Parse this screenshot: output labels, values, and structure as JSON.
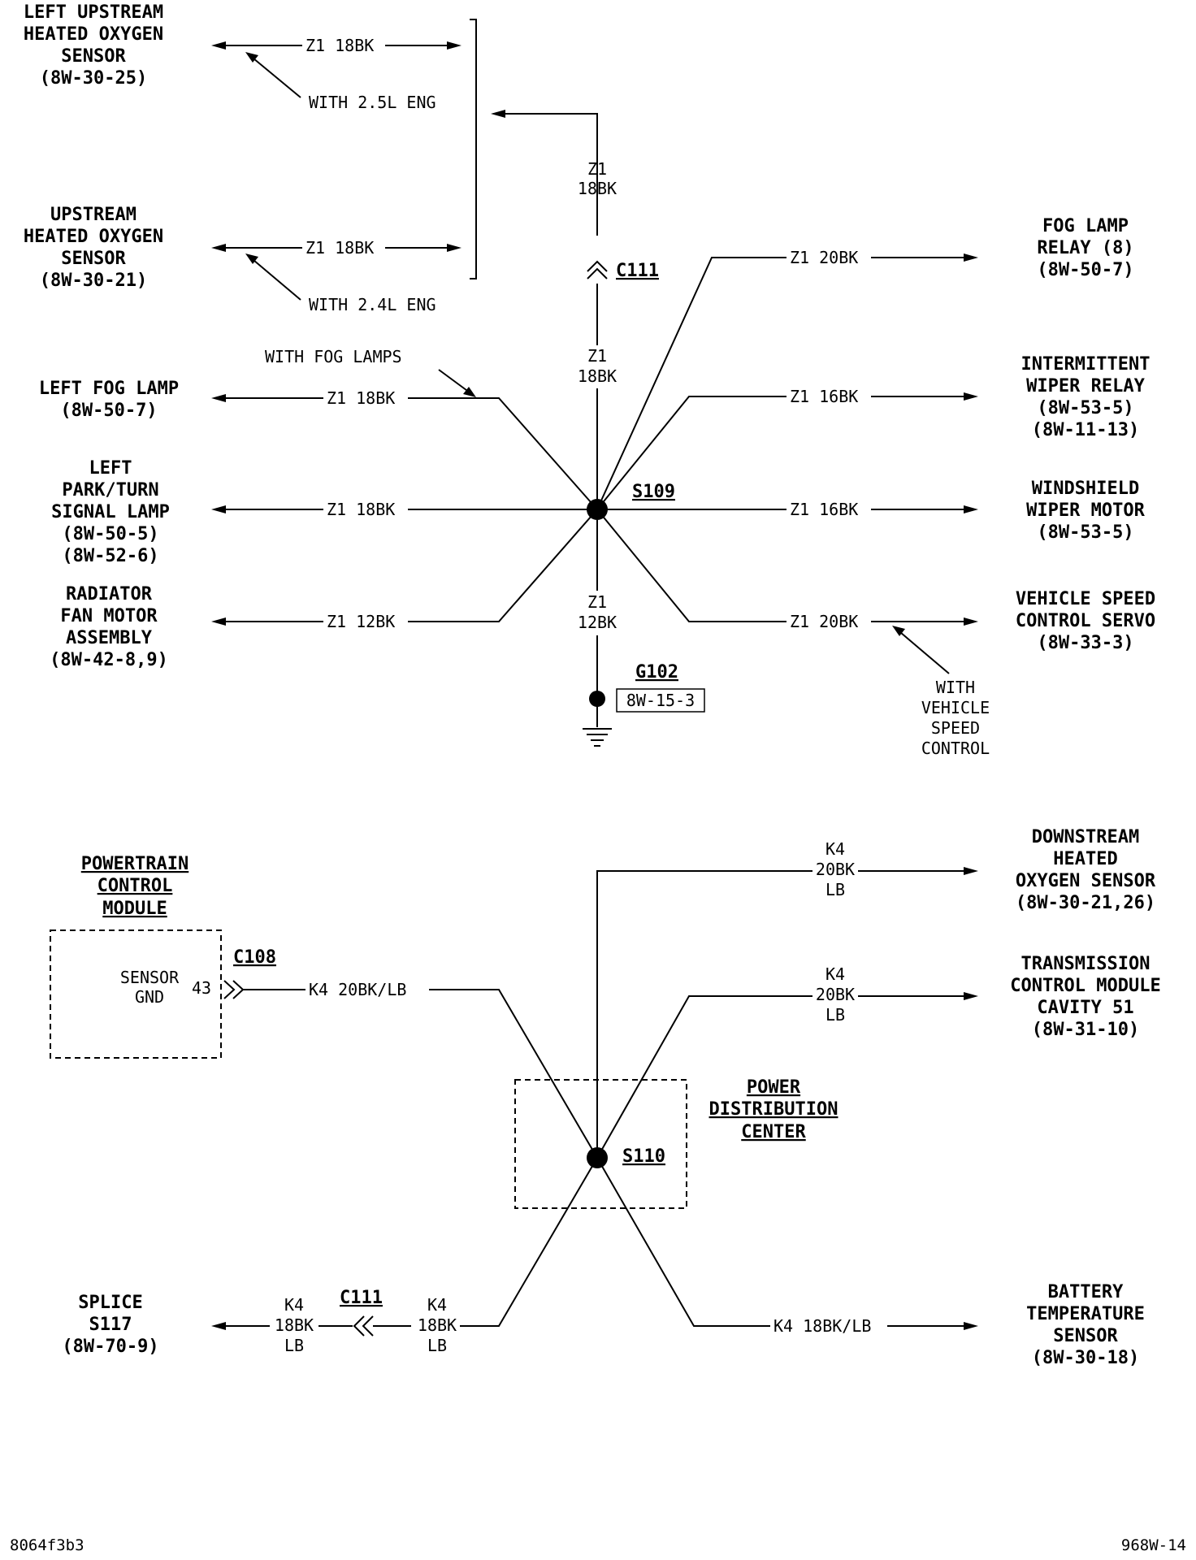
{
  "top": {
    "left_upstream_sensor": [
      "LEFT UPSTREAM",
      "HEATED OXYGEN",
      "SENSOR",
      "(8W-30-25)"
    ],
    "upstream_sensor": [
      "UPSTREAM",
      "HEATED OXYGEN",
      "SENSOR",
      "(8W-30-21)"
    ],
    "wire_z1_18bk": "Z1 18BK",
    "with_25l": "WITH 2.5L ENG",
    "with_24l": "WITH 2.4L ENG",
    "trunk_upper": [
      "Z1",
      "18BK"
    ],
    "trunk_lower": [
      "Z1",
      "18BK"
    ],
    "c111": "C111",
    "with_fog_lamps": "WITH FOG LAMPS",
    "left_fog_lamp": [
      "LEFT FOG LAMP",
      "(8W-50-7)"
    ],
    "left_park_turn": [
      "LEFT",
      "PARK/TURN",
      "SIGNAL LAMP",
      "(8W-50-5)",
      "(8W-52-6)"
    ],
    "radiator_fan": [
      "RADIATOR",
      "FAN MOTOR",
      "ASSEMBLY",
      "(8W-42-8,9)"
    ],
    "wire_z1_12bk": "Z1 12BK",
    "s109": "S109",
    "ground_wire": [
      "Z1",
      "12BK"
    ],
    "g102": "G102",
    "g102_ref": "8W-15-3",
    "fog_lamp_relay": [
      "FOG LAMP",
      "RELAY (8)",
      "(8W-50-7)"
    ],
    "wire_z1_20bk": "Z1 20BK",
    "intermittent_wiper": [
      "INTERMITTENT",
      "WIPER RELAY",
      "(8W-53-5)",
      "(8W-11-13)"
    ],
    "wire_z1_16bk": "Z1 16BK",
    "windshield_wiper": [
      "WINDSHIELD",
      "WIPER MOTOR",
      "(8W-53-5)"
    ],
    "vehicle_speed_servo": [
      "VEHICLE SPEED",
      "CONTROL SERVO",
      "(8W-33-3)"
    ],
    "with_vehicle_speed": [
      "WITH",
      "VEHICLE",
      "SPEED",
      "CONTROL"
    ]
  },
  "bottom": {
    "pcm": [
      "POWERTRAIN",
      "CONTROL",
      "MODULE"
    ],
    "sensor_gnd": [
      "SENSOR",
      "GND"
    ],
    "pin_43": "43",
    "c108": "C108",
    "wire_k4_20bk_lb": "K4 20BK/LB",
    "k4_stack_20": [
      "K4",
      "20BK",
      "LB"
    ],
    "k4_stack_18": [
      "K4",
      "18BK",
      "LB"
    ],
    "downstream_sensor": [
      "DOWNSTREAM",
      "HEATED",
      "OXYGEN SENSOR",
      "(8W-30-21,26)"
    ],
    "tcm": [
      "TRANSMISSION",
      "CONTROL MODULE",
      "CAVITY 51",
      "(8W-31-10)"
    ],
    "pdc": [
      "POWER",
      "DISTRIBUTION",
      "CENTER"
    ],
    "s110": "S110",
    "splice_s117": [
      "SPLICE",
      "S117",
      "(8W-70-9)"
    ],
    "c111": "C111",
    "battery_temp": [
      "BATTERY",
      "TEMPERATURE",
      "SENSOR",
      "(8W-30-18)"
    ],
    "wire_k4_18bk_lb": "K4 18BK/LB"
  },
  "footer": {
    "left_code": "8064f3b3",
    "right_code": "968W-14"
  }
}
